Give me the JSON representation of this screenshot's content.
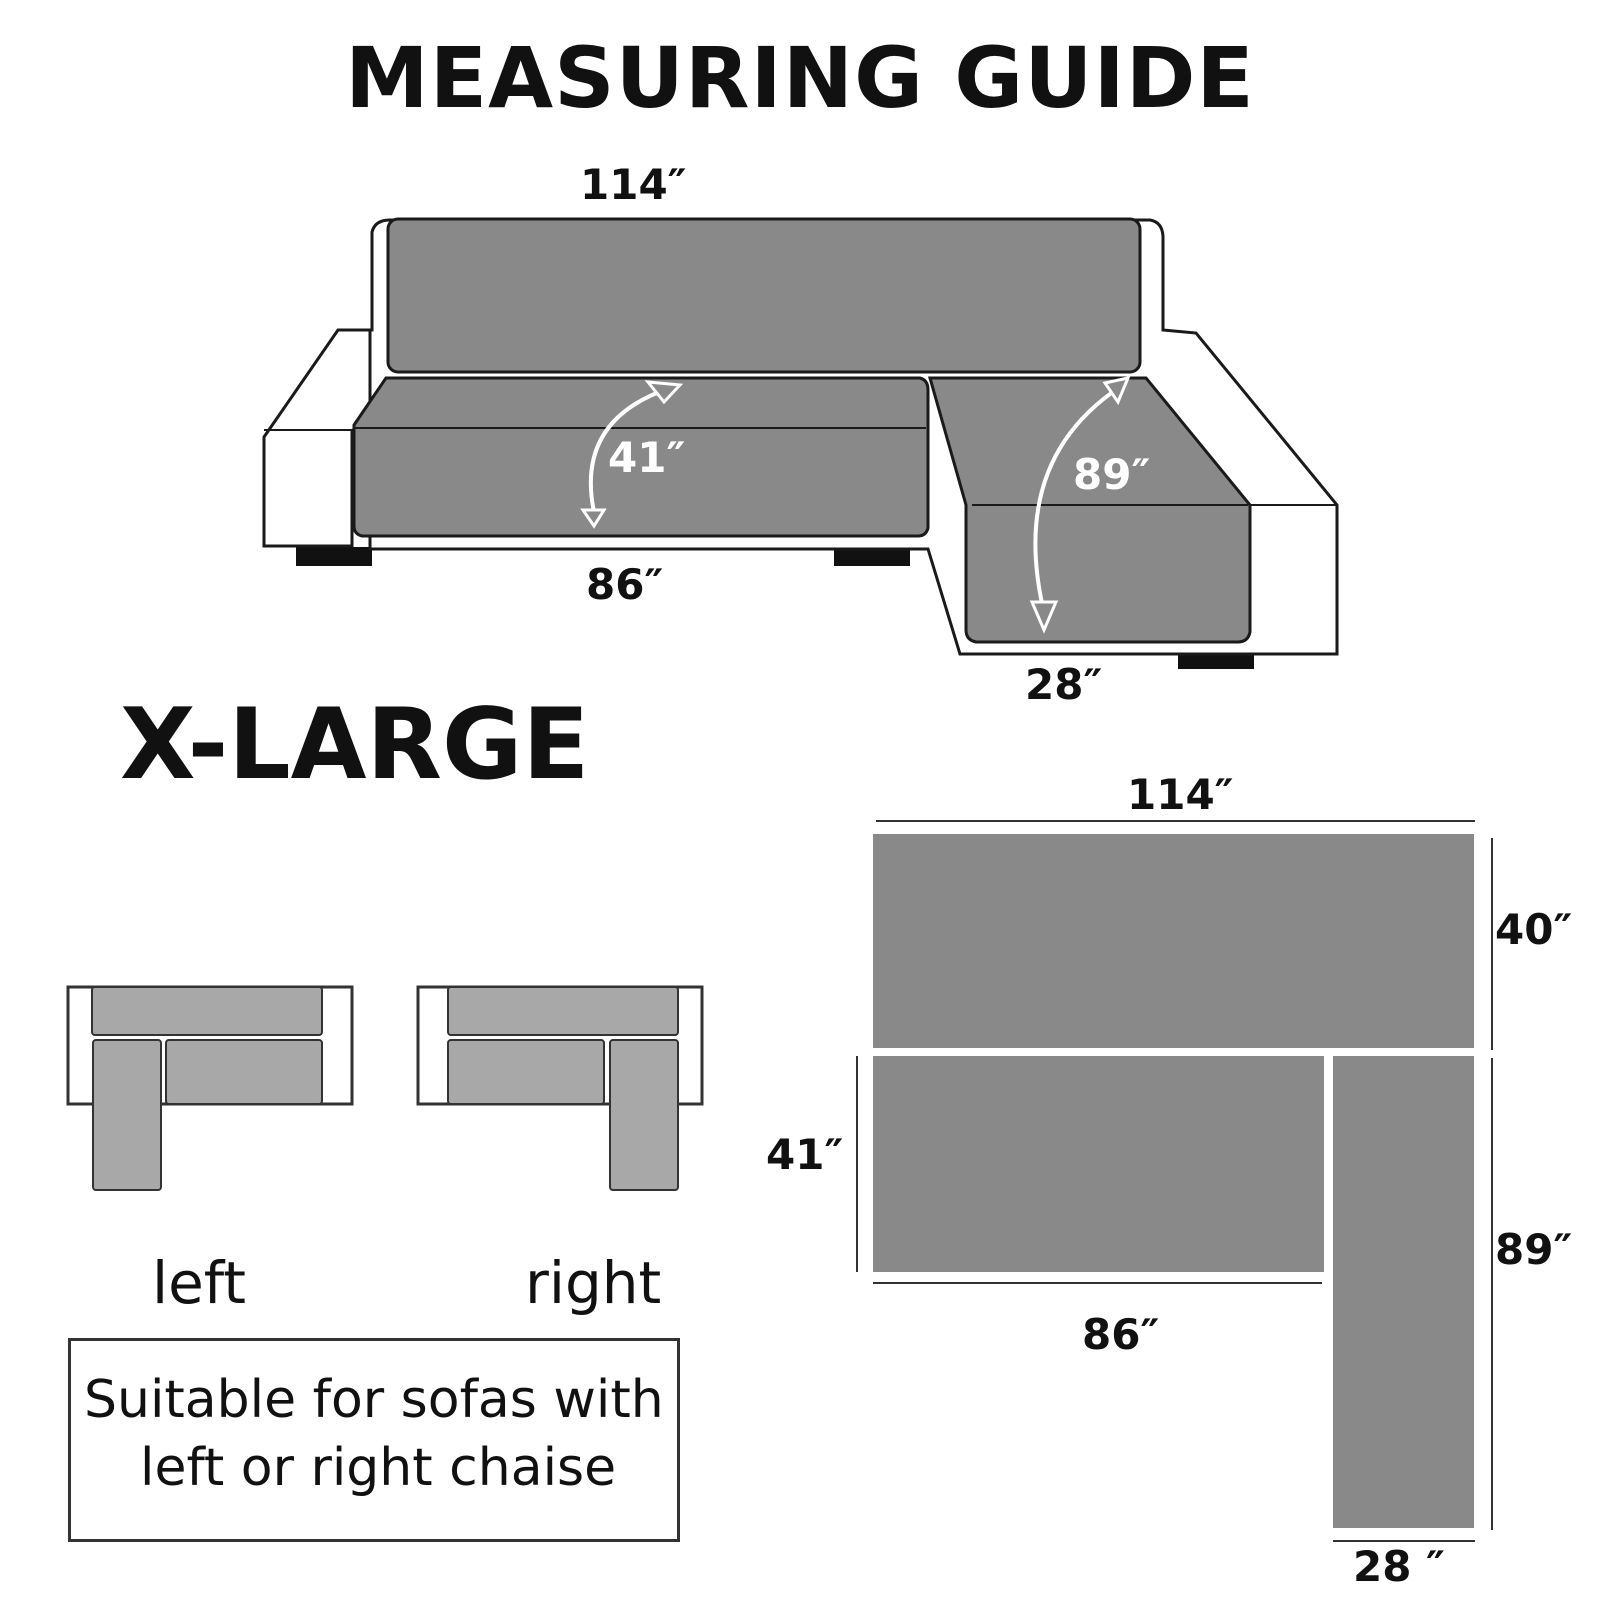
{
  "title": "MEASURING GUIDE",
  "size_label": "X-LARGE",
  "colors": {
    "cover_dark": "#898989",
    "cover_light": "#a8a8a8",
    "outline": "#1a1a1a",
    "frame": "#ffffff",
    "feet": "#111111"
  },
  "sofa_dims": {
    "back_width": "114″",
    "seat_depth": "41″",
    "seat_width": "86″",
    "chaise_length": "89″",
    "chaise_width": "28″"
  },
  "layout_dims": {
    "top_width": "114″",
    "top_height": "40″",
    "seat_height": "41″",
    "seat_width": "86″",
    "chaise_length": "89″",
    "chaise_width": "28 ″"
  },
  "orientation": {
    "left": "left",
    "right": "right"
  },
  "note": {
    "line1": "Suitable for sofas with",
    "line2": "left or right chaise"
  }
}
